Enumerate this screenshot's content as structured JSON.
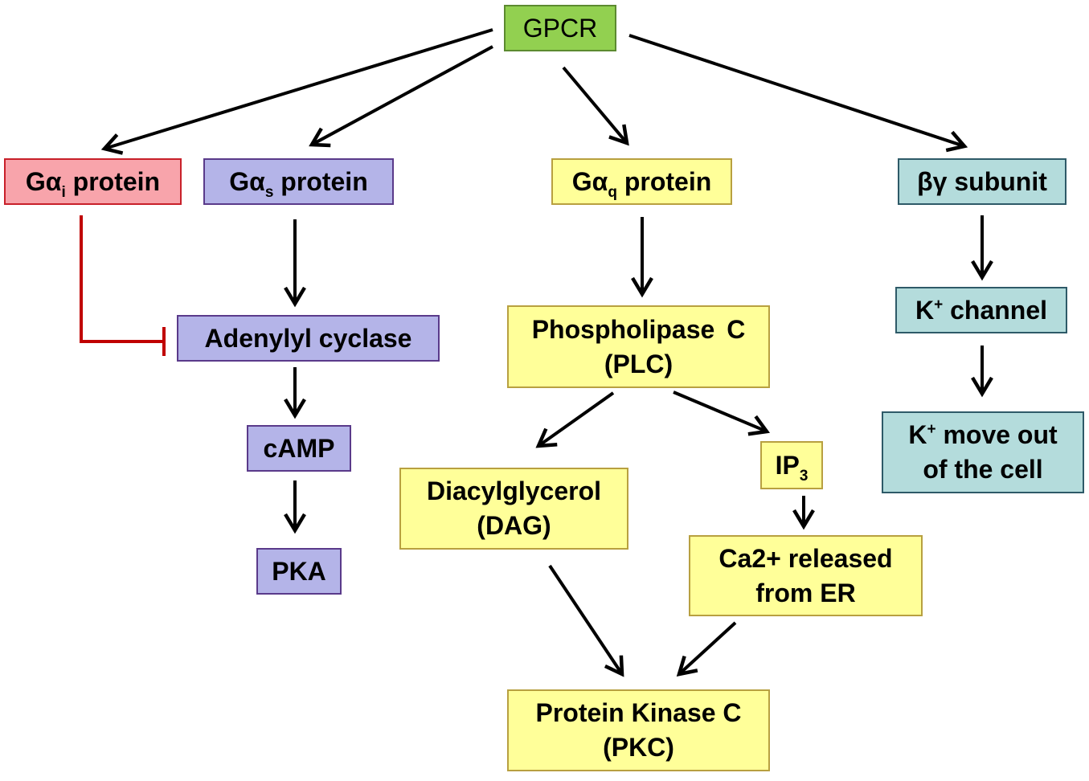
{
  "colors": {
    "gpcr": "#92d050",
    "gi": "#f8a4ab",
    "gs": "#b4b4e8",
    "gq": "#ffff99",
    "bg": "#b4dcdc",
    "inhibit": "#c00000",
    "arrow": "#000000"
  },
  "nodes": {
    "gpcr": {
      "text": "GPCR"
    },
    "gi": {
      "pre": "Gα",
      "sub": "i",
      "post": " protein"
    },
    "gs": {
      "pre": "Gα",
      "sub": "s",
      "post": " protein"
    },
    "gq": {
      "pre": "Gα",
      "sub": "q",
      "post": " protein"
    },
    "bg": {
      "text": "βγ subunit"
    },
    "ac": {
      "text": "Adenylyl cyclase"
    },
    "camp": {
      "text": "cAMP"
    },
    "pka": {
      "text": "PKA"
    },
    "plc": {
      "line1": "Phospholipase C",
      "line2": "(PLC)"
    },
    "dag": {
      "line1": "Diacylglycerol",
      "line2": "(DAG)"
    },
    "ip3": {
      "pre": "IP",
      "sub": "3"
    },
    "ca": {
      "line1": "Ca2+ released",
      "line2": "from ER"
    },
    "pkc": {
      "line1": "Protein Kinase C",
      "line2": "(PKC)"
    },
    "kch": {
      "pre": "K",
      "sup": "+",
      "post": " channel"
    },
    "kout": {
      "pre": "K",
      "sup": "+",
      "post": " move out",
      "line2": "of the cell"
    }
  },
  "edges": [
    {
      "from": "gpcr",
      "to": "gi",
      "type": "activate"
    },
    {
      "from": "gpcr",
      "to": "gs",
      "type": "activate"
    },
    {
      "from": "gpcr",
      "to": "gq",
      "type": "activate"
    },
    {
      "from": "gpcr",
      "to": "bg",
      "type": "activate"
    },
    {
      "from": "gs",
      "to": "ac",
      "type": "activate"
    },
    {
      "from": "ac",
      "to": "camp",
      "type": "activate"
    },
    {
      "from": "camp",
      "to": "pka",
      "type": "activate"
    },
    {
      "from": "gq",
      "to": "plc",
      "type": "activate"
    },
    {
      "from": "plc",
      "to": "dag",
      "type": "activate"
    },
    {
      "from": "plc",
      "to": "ip3",
      "type": "activate"
    },
    {
      "from": "ip3",
      "to": "ca",
      "type": "activate"
    },
    {
      "from": "dag",
      "to": "pkc",
      "type": "activate"
    },
    {
      "from": "ca",
      "to": "pkc",
      "type": "activate"
    },
    {
      "from": "bg",
      "to": "kch",
      "type": "activate"
    },
    {
      "from": "kch",
      "to": "kout",
      "type": "activate"
    },
    {
      "from": "gi",
      "to": "ac",
      "type": "inhibit"
    }
  ]
}
